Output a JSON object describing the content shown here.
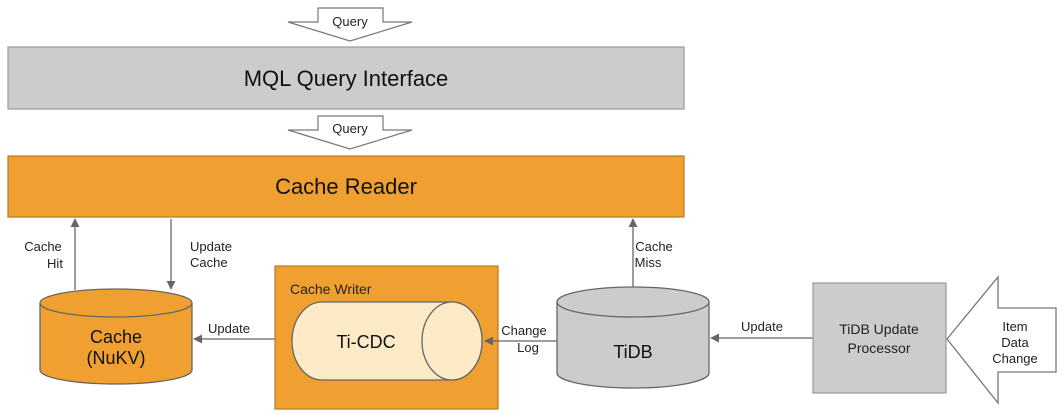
{
  "top_query_label": "Query",
  "mid_query_label": "Query",
  "mql_interface_label": "MQL Query Interface",
  "cache_reader_label": "Cache Reader",
  "cache_hit_label": [
    "Cache",
    "Hit"
  ],
  "update_cache_label": [
    "Update",
    "Cache"
  ],
  "cache_miss_label": [
    "Cache",
    "Miss"
  ],
  "cache_label": [
    "Cache",
    "(NuKV)"
  ],
  "update_left_label": "Update",
  "cache_writer_label": "Cache Writer",
  "ticdc_label": "Ti-CDC",
  "change_log_label": [
    "Change",
    "Log"
  ],
  "tidb_label": "TiDB",
  "update_right_label": "Update",
  "tidb_update_processor_label": [
    "TiDB Update",
    "Processor"
  ],
  "item_data_change_label": [
    "Item",
    "Data",
    "Change"
  ],
  "colors": {
    "gray_box": "#cccccc",
    "orange": "#f0a030",
    "cream": "#fdebc8",
    "stroke": "#666666"
  }
}
